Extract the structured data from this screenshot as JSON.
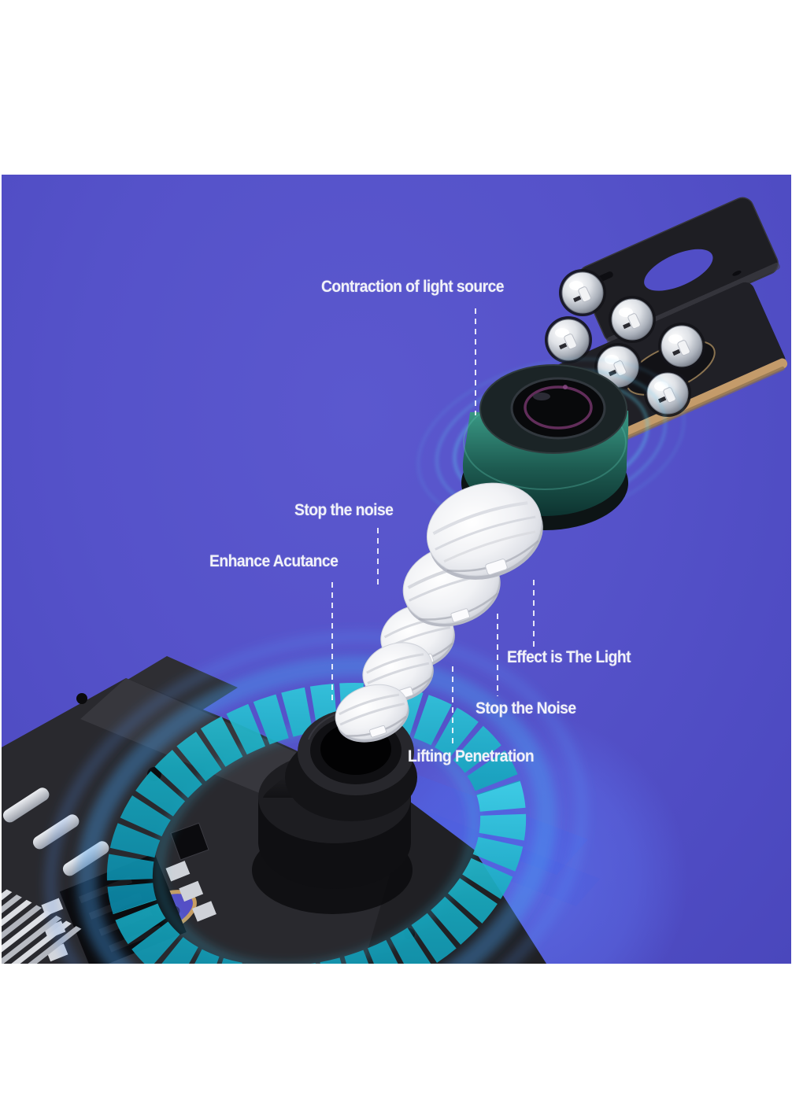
{
  "scene": {
    "description": "Exploded view product illustration of an LED headlight lens assembly on an indigo background",
    "background_color": "#5451c7",
    "accent_teal": "#1fb6c9",
    "label_color": "#f1f2f9",
    "page_background": "#ffffff"
  },
  "annotations": {
    "contraction": "Contraction of light source",
    "stop_noise_upper": "Stop the noise",
    "enhance_acutance": "Enhance Acutance",
    "effect_light": "Effect is The Light",
    "stop_noise_lower": "Stop the Noise",
    "lifting_penetration": "Lifting Penetration"
  }
}
